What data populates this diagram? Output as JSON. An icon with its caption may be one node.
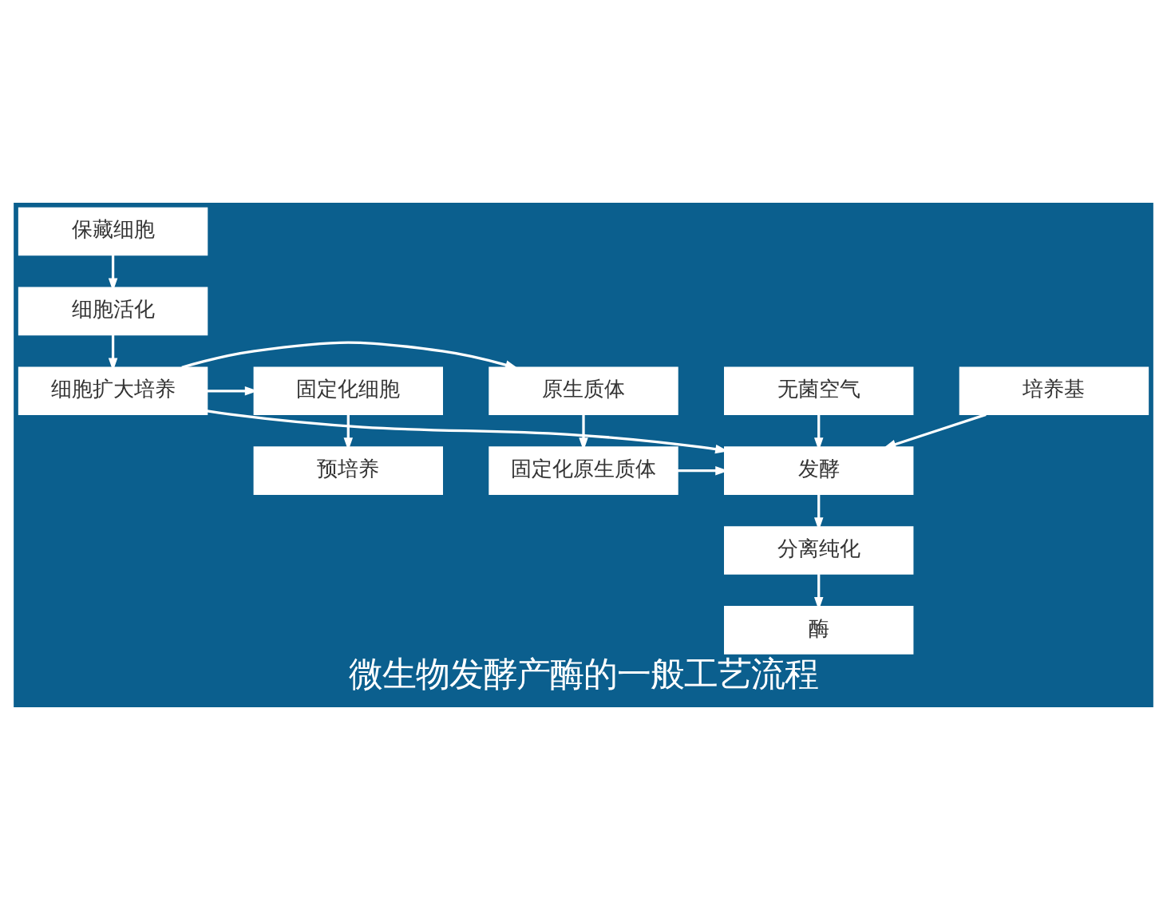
{
  "diagram": {
    "title": "微生物发酵产酶的一般工艺流程",
    "nodes": [
      {
        "text": [
          "保藏细胞"
        ]
      },
      {
        "text": [
          "细胞活化"
        ]
      },
      {
        "text": [
          "细胞扩大培养"
        ]
      },
      {
        "text": [
          "原生质体"
        ]
      },
      {
        "text": [
          "固定化细胞"
        ]
      },
      {
        "text": [
          "固定化原生质体"
        ]
      },
      {
        "text": [
          "发酵"
        ]
      },
      {
        "text": [
          "预培养"
        ]
      },
      {
        "text": [
          "培养基"
        ]
      },
      {
        "text": [
          "无菌空气"
        ]
      },
      {
        "text": [
          "分离纯化"
        ]
      },
      {
        "text": [
          "酶"
        ]
      }
    ],
    "edges": [
      {
        "from": 0,
        "to": 1,
        "arrow": "to"
      },
      {
        "from": 1,
        "to": 2,
        "arrow": "to"
      },
      {
        "from": 2,
        "to": 3,
        "arrow": "to"
      },
      {
        "from": 2,
        "to": 4,
        "arrow": "to"
      },
      {
        "from": 2,
        "to": 6,
        "arrow": "to"
      },
      {
        "from": 3,
        "to": 5,
        "arrow": "to"
      },
      {
        "from": 4,
        "to": 7,
        "arrow": "to"
      },
      {
        "from": 5,
        "to": 6,
        "arrow": "to"
      },
      {
        "from": 8,
        "to": 6,
        "arrow": "to"
      },
      {
        "from": 9,
        "to": 6,
        "arrow": "to"
      },
      {
        "from": 6,
        "to": 10,
        "arrow": "to"
      },
      {
        "from": 10,
        "to": 11,
        "arrow": "to"
      }
    ]
  }
}
